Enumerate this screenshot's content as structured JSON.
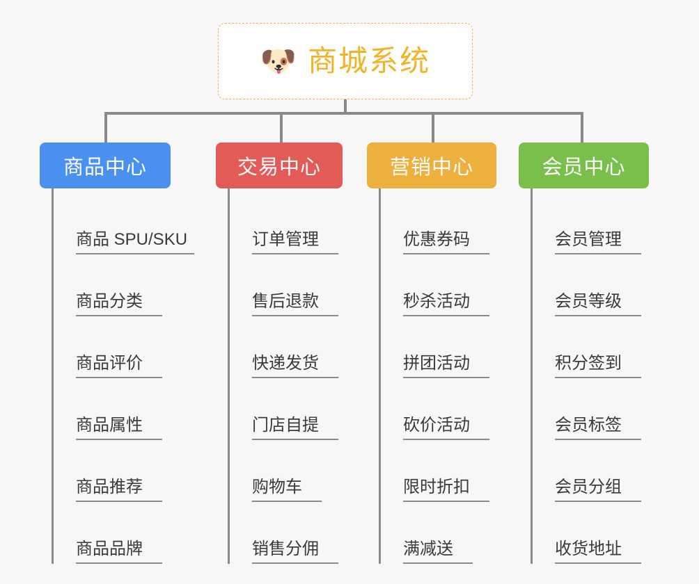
{
  "page": {
    "background_color": "#f7f7f7",
    "layout": "mindmap"
  },
  "root": {
    "icon": "dog-face-icon",
    "icon_glyph": "🐶",
    "title": "商城系统",
    "text_color": "#f0b429",
    "border_color": "#e8b84b",
    "background_color": "#fdfdfc"
  },
  "connector_color": "#898989",
  "branches": [
    {
      "id": "product-center",
      "label": "商品中心",
      "color": "#4a90f0",
      "leaves": [
        {
          "label": "商品 SPU/SKU"
        },
        {
          "label": "商品分类"
        },
        {
          "label": "商品评价"
        },
        {
          "label": "商品属性"
        },
        {
          "label": "商品推荐"
        },
        {
          "label": "商品品牌"
        }
      ]
    },
    {
      "id": "trade-center",
      "label": "交易中心",
      "color": "#e45a57",
      "leaves": [
        {
          "label": "订单管理"
        },
        {
          "label": "售后退款"
        },
        {
          "label": "快递发货"
        },
        {
          "label": "门店自提"
        },
        {
          "label": "购物车"
        },
        {
          "label": "销售分佣"
        }
      ]
    },
    {
      "id": "marketing-center",
      "label": "营销中心",
      "color": "#eeaf3c",
      "leaves": [
        {
          "label": "优惠券码"
        },
        {
          "label": "秒杀活动"
        },
        {
          "label": "拼团活动"
        },
        {
          "label": "砍价活动"
        },
        {
          "label": "限时折扣"
        },
        {
          "label": "满减送"
        }
      ]
    },
    {
      "id": "member-center",
      "label": "会员中心",
      "color": "#79c04a",
      "leaves": [
        {
          "label": "会员管理"
        },
        {
          "label": "会员等级"
        },
        {
          "label": "积分签到"
        },
        {
          "label": "会员标签"
        },
        {
          "label": "会员分组"
        },
        {
          "label": "收货地址"
        }
      ]
    }
  ]
}
